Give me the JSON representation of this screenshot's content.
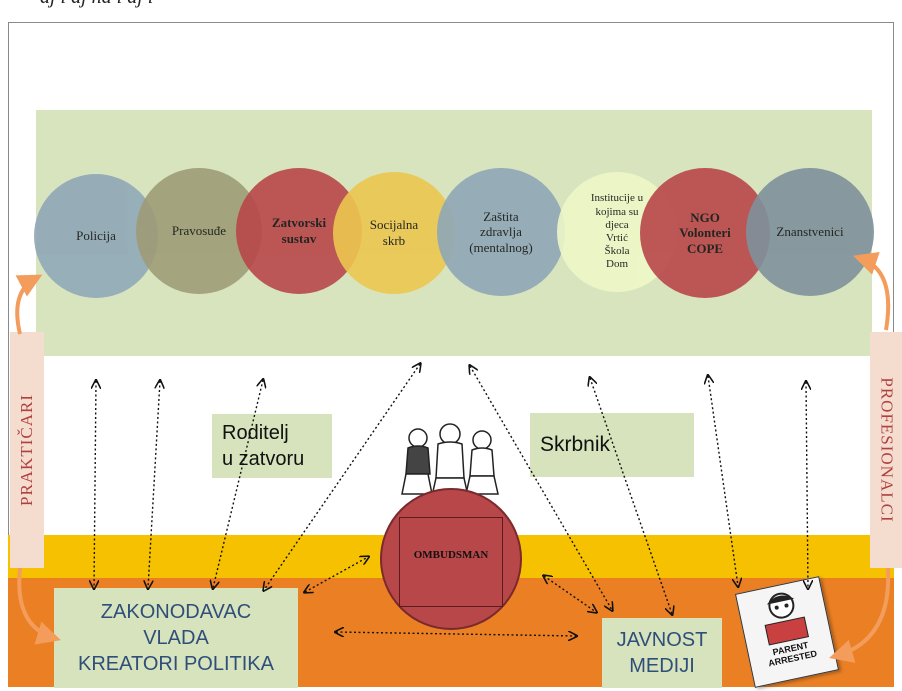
{
  "header": {
    "cropped_title": "aj i aj na i aj i"
  },
  "circles": [
    {
      "id": "policija",
      "lines": [
        "Policija"
      ],
      "color": "#8fa8b8",
      "bold": false
    },
    {
      "id": "pravosude",
      "lines": [
        "Pravosuđe"
      ],
      "color": "#9e9c78",
      "bold": false
    },
    {
      "id": "zatvorski",
      "lines": [
        "Zatvorski",
        "sustav"
      ],
      "color": "#b8474a",
      "bold": true
    },
    {
      "id": "socijalna",
      "lines": [
        "Socijalna",
        "skrb"
      ],
      "color": "#ecc74f",
      "bold": false
    },
    {
      "id": "zastita",
      "lines": [
        "Zaštita",
        "zdravlja",
        "(mentalnog)"
      ],
      "color": "#8fa8b8",
      "bold": false
    },
    {
      "id": "institucije",
      "lines": [
        "Institucije u",
        "kojima su",
        "djeca",
        "Vrtić",
        "Škola",
        "Dom"
      ],
      "color": "#eef7c8",
      "bold": false
    },
    {
      "id": "ngo",
      "lines": [
        "NGO",
        "Volonteri",
        "COPE"
      ],
      "color": "#b8474a",
      "bold": true
    },
    {
      "id": "znanstvenici",
      "lines": [
        "Znanstvenici"
      ],
      "color": "#7f919c",
      "bold": false
    }
  ],
  "side_labels": {
    "left": "PRAKTIČARI",
    "right": "PROFESIONALCI"
  },
  "boxes": {
    "roditelj": [
      "Roditelj",
      "u zatvoru"
    ],
    "skrbnik": [
      "Skrbnik"
    ],
    "zakonodavac": [
      "ZAKONODAVAC",
      "VLADA",
      "KREATORI POLITIKA"
    ],
    "javnost": [
      "JAVNOST",
      "MEDIJI"
    ]
  },
  "ombudsman": "OMBUDSMAN",
  "poster": {
    "text": "PARENT ARRESTED"
  },
  "colors": {
    "green_band": "#d7e4bd",
    "yellow_band": "#f6c100",
    "orange_band": "#ea7f24",
    "side_text": "#b04040",
    "box_text_blue": "#2f4f7a",
    "ombudsman": "#b8474a"
  }
}
